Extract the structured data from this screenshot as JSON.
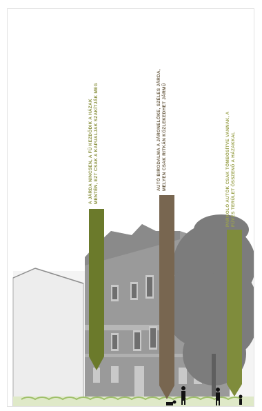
{
  "figure": {
    "background": "#ffffff",
    "annotations": [
      {
        "id": "sidewalk",
        "lines": [
          "A JÁRDA NINCSEN, A FŰ KEZDŐDIK A HÁZAK",
          "MENTÉN, EZT CSAK A KAPUALJAK SZAKÍTJÁK MEG"
        ],
        "text_color": "#8a9140",
        "bar_color": "#6b7a2b"
      },
      {
        "id": "car-kingdom",
        "lines": [
          "AUTÓ BIRODALMA A JÁRONELŐKE, SZÉLES JÁRDA,",
          "MELYEN CSAK RITKÁN KÖZLEKEDHET JÁRMŰ"
        ],
        "text_color": "#6e6048",
        "bar_color": "#786650"
      },
      {
        "id": "parking",
        "lines": [
          "PARKOLÓ AUTÓK CSAK TÖMBÖSÍTVE VANNAK, A",
          "FÜVES TERÜLET ÖSSZENŐ A HÁZAKKAL"
        ],
        "text_color": "#9ba24e",
        "bar_color": "#7f8c3c"
      }
    ]
  }
}
